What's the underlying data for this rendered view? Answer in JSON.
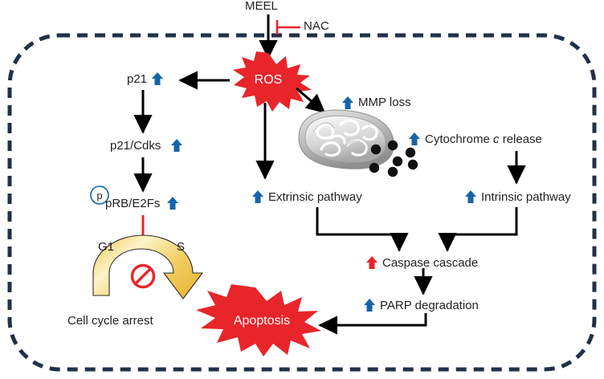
{
  "diagram": {
    "title_node": "MEEL",
    "inhibitor": "NAC",
    "ros_burst": "ROS",
    "apoptosis_burst": "Apoptosis",
    "colors": {
      "red": "#e8252a",
      "blue_arrow": "#1565a8",
      "dark_text": "#231f20",
      "border_navy": "#22304a",
      "mito_gray": "#b9b9b9",
      "cycle_yellow": "#f5d97a",
      "black": "#000000"
    },
    "left_branch": {
      "p21": "p21",
      "p21_cdks": "p21/Cdks",
      "prb_e2fs": "pRB/E2Fs",
      "phospho_mark": "p",
      "g1_label": "G1",
      "s_label": "S",
      "cell_cycle_arrest": "Cell cycle arrest"
    },
    "middle_branch": {
      "extrinsic_pathway": "Extrinsic pathway"
    },
    "right_branch": {
      "mmp_loss": "MMP loss",
      "cytochrome_release_pre": "Cytochrome ",
      "cytochrome_release_ital": "c",
      "cytochrome_release_post": " release",
      "intrinsic_pathway": "Intrinsic pathway"
    },
    "downstream": {
      "caspase_cascade": "Caspase cascade",
      "parp_degradation": "PARP degradation"
    },
    "icon_names": {
      "up_arrow_blue": "up-arrow-blue-icon",
      "up_arrow_red": "up-arrow-red-icon",
      "inhibition_bar": "inhibition-bar-icon",
      "prohibition": "prohibition-icon",
      "mitochondrion": "mitochondrion-icon",
      "phospho_circle": "phospho-circle-icon"
    }
  }
}
